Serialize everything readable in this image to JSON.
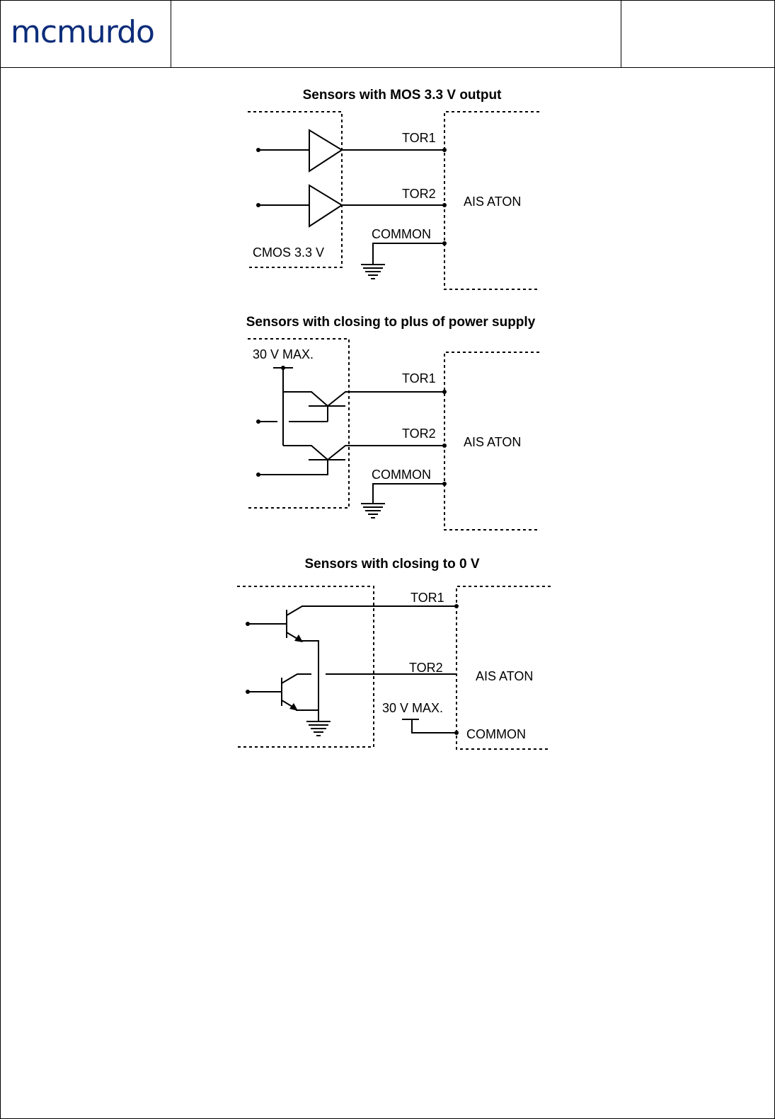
{
  "header": {
    "logo": "mcmurdo"
  },
  "diagrams": [
    {
      "title": "Sensors with MOS 3.3 V output",
      "tor1": "TOR1",
      "tor2": "TOR2",
      "common": "COMMON",
      "device": "AIS ATON",
      "sensor_label": "CMOS 3.3 V"
    },
    {
      "title": "Sensors with closing to plus of power supply",
      "supply": "30 V MAX.",
      "tor1": "TOR1",
      "tor2": "TOR2",
      "common": "COMMON",
      "device": "AIS ATON"
    },
    {
      "title": "Sensors with closing to 0 V",
      "tor1": "TOR1",
      "tor2": "TOR2",
      "supply": "30 V MAX.",
      "common": "COMMON",
      "device": "AIS ATON"
    }
  ]
}
